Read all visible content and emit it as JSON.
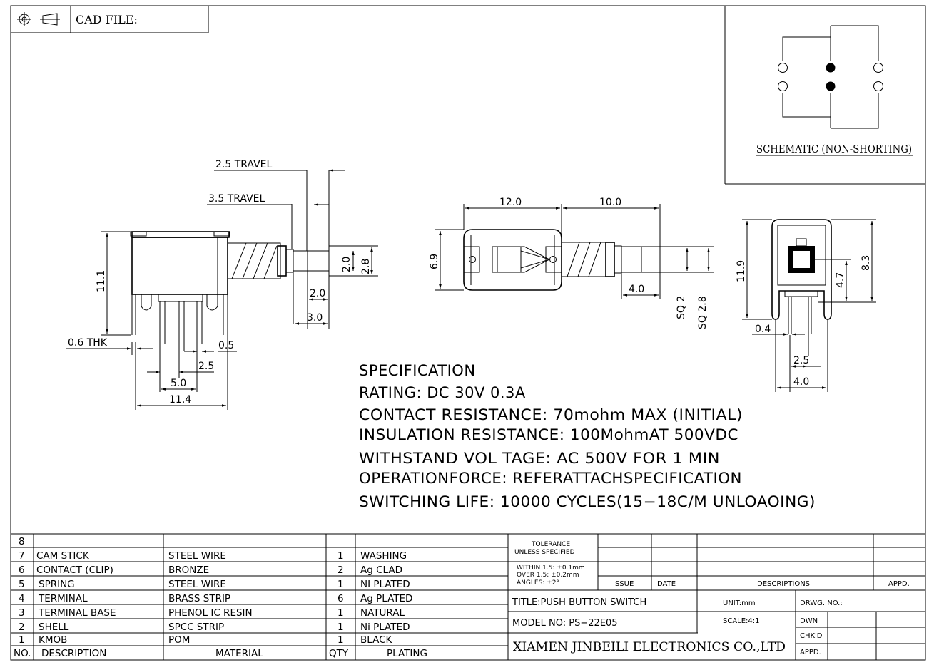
{
  "cad_header": {
    "label": "CAD FILE:"
  },
  "schematic": {
    "caption": "SCHEMATIC (NON-SHORTING)"
  },
  "side_view": {
    "travel_25": "2.5 TRAVEL",
    "travel_35": "3.5 TRAVEL",
    "height": "11.1",
    "thk": "0.6 THK",
    "pitch_25": "2.5",
    "pitch_50": "5.0",
    "width": "11.4",
    "pin_05": "0.5",
    "stem_20": "2.0",
    "stem_28": "2.8",
    "stem_w20": "2.0",
    "stem_w30": "3.0"
  },
  "top_view": {
    "len_12": "12.0",
    "len_10": "10.0",
    "h_69": "6.9",
    "len_40": "4.0",
    "sq2": "SQ 2",
    "sq28": "SQ 2.8"
  },
  "end_view": {
    "h_119": "11.9",
    "h_83": "8.3",
    "h_47": "4.7",
    "w_04": "0.4",
    "w_25": "2.5",
    "w_40": "4.0"
  },
  "specification": {
    "title": "SPECIFICATION",
    "lines": [
      "RATING: DC  30V  0.3A",
      "CONTACT  RESISTANCE: 70mohm  MAX  (INITIAL)",
      "INSULATION  RESISTANCE: 100MohmAT  500VDC",
      "WITHSTAND  VOL TAGE: AC  500V  FOR  1  MIN",
      "OPERATIONFORCE: REFERATTACHSPECIFICATION",
      "SWITCHING  LIFE: 10000  CYCLES(15−18C/M  UNLOAOING)"
    ]
  },
  "bom": {
    "headers": {
      "no": "NO.",
      "description": "DESCRIPTION",
      "material": "MATERIAL",
      "qty": "QTY",
      "plating": "PLATING"
    },
    "rows": [
      {
        "no": "8",
        "description": "",
        "material": "",
        "qty": "",
        "plating": ""
      },
      {
        "no": "7",
        "description": "CAM STICK",
        "material": "STEEL  WIRE",
        "qty": "1",
        "plating": "WASHING"
      },
      {
        "no": "6",
        "description": "CONTACT  (CLIP)",
        "material": "BRONZE",
        "qty": "2",
        "plating": "Ag  CLAD"
      },
      {
        "no": "5",
        "description": "SPRING",
        "material": "STEEL  WIRE",
        "qty": "1",
        "plating": "NI PLATED"
      },
      {
        "no": "4",
        "description": "TERMINAL",
        "material": "BRASS  STRIP",
        "qty": "6",
        "plating": "Ag  PLATED"
      },
      {
        "no": "3",
        "description": "TERMINAL  BASE",
        "material": "PHENOL  IC  RESIN",
        "qty": "1",
        "plating": "NATURAL"
      },
      {
        "no": "2",
        "description": "SHELL",
        "material": "SPCC  STRIP",
        "qty": "1",
        "plating": "Ni PLATED"
      },
      {
        "no": "1",
        "description": "KMOB",
        "material": "POM",
        "qty": "1",
        "plating": "BLACK"
      }
    ]
  },
  "title_block": {
    "tolerance_1": "TOLERANCE",
    "tolerance_2": "UNLESS  SPECIFIED",
    "within": "WITHIN  1.5: ±0.1mm",
    "over": "OVER  1.5:  ±0.2mm",
    "angles": "ANGLES: ±2°",
    "issue": "ISSUE",
    "date": "DATE",
    "descriptions": "DESCRIPTIONS",
    "appd_rev": "APPD.",
    "title": "TITLE:PUSH  BUTTON  SWITCH",
    "unit": "UNIT:mm",
    "drwg_no": "DRWG.  NO.:",
    "model": "MODEL  NO:  PS−22E05",
    "scale": "SCALE:4:1",
    "dwn": "DWN",
    "chkd": "CHK'D",
    "appd": "APPD.",
    "company": "XIAMEN  JINBEILI  ELECTRONICS  CO.,LTD"
  }
}
